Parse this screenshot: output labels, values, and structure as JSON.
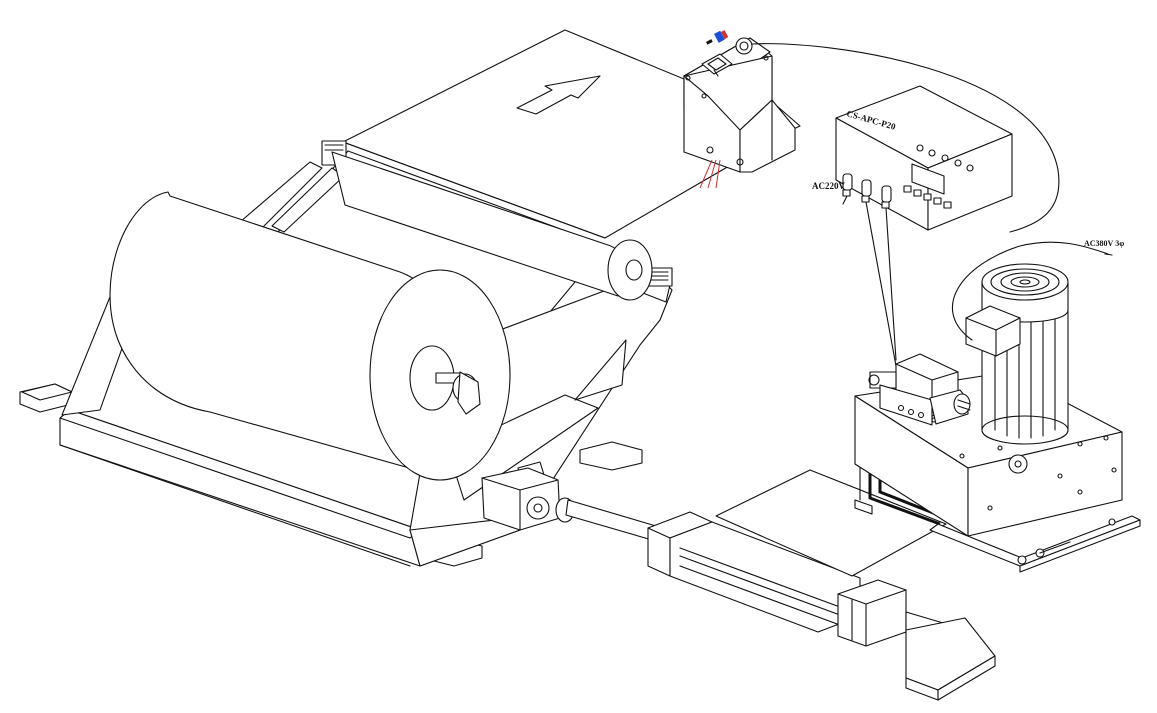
{
  "labels": {
    "controller_model": "CS-APC-P20",
    "power_ac220": "AC220V",
    "power_ac380": "AC380V 3φ"
  },
  "colors": {
    "line": "#111111",
    "background": "#ffffff",
    "sensor_beam": "#d32f2f",
    "sensor_logo_blue": "#1e4fd8",
    "sensor_logo_red": "#d32f2f"
  },
  "icons": [
    "direction-arrow-icon",
    "sensor-connector-icon",
    "sensor-logo-icon"
  ]
}
